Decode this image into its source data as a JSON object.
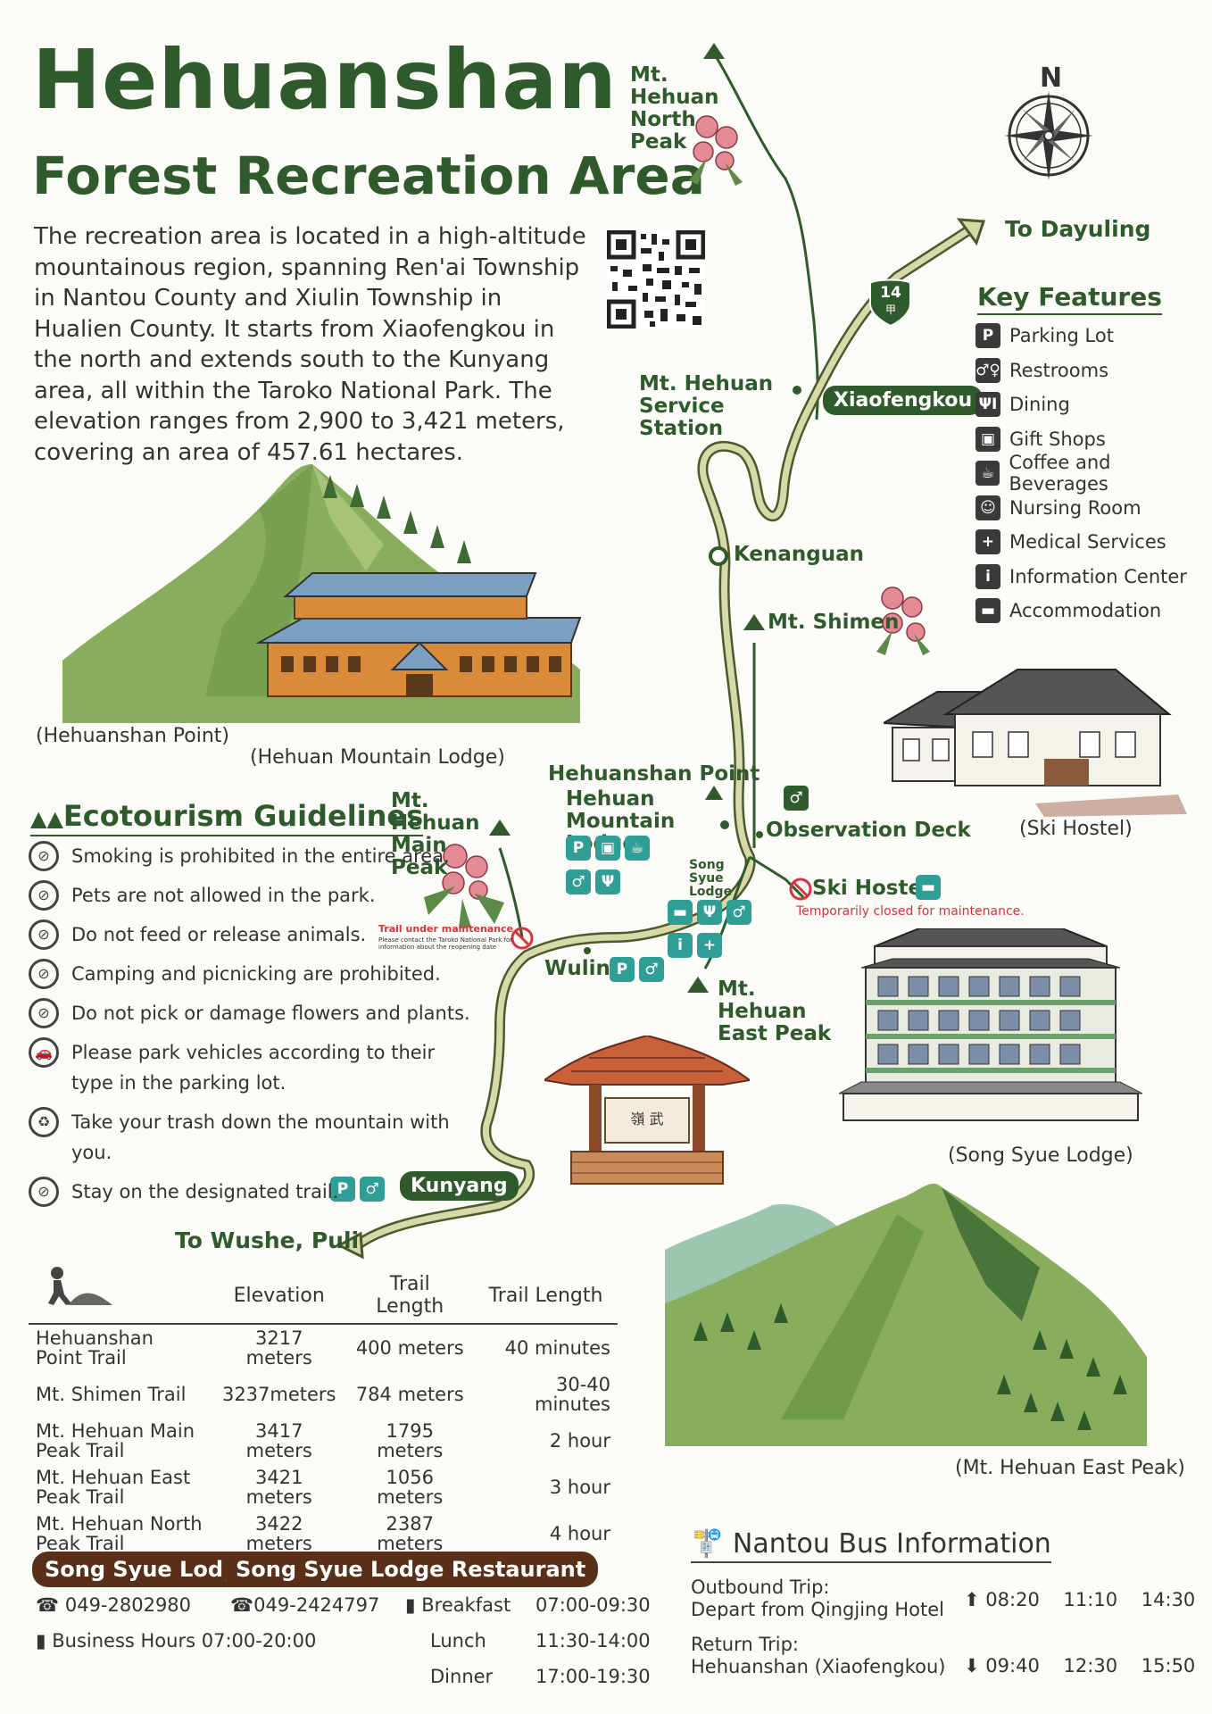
{
  "title": {
    "line1": "Hehuanshan",
    "line2": "Forest Recreation Area"
  },
  "intro": "The recreation area is located in a high-altitude mountainous region, spanning Ren'ai Township in Nantou County and Xiulin Township in Hualien County. It starts from Xiaofengkou in the north and extends south to the Kunyang area, all within the Taroko National Park. The elevation ranges from 2,900 to 3,421 meters, covering an area of 457.61 hectares.",
  "compass": {
    "label": "N"
  },
  "map_labels": {
    "north_peak": "Mt. Hehuan North Peak",
    "to_dayuling": "To Dayuling",
    "route_number": "14",
    "route_sub": "甲",
    "service_station": "Mt. Hehuan Service Station",
    "xiaofengkou": "Xiaofengkou",
    "kenanguan": "Kenanguan",
    "mt_shimen": "Mt. Shimen",
    "hehuanshan_point": "Hehuanshan Point",
    "mountain_lodge": "Hehuan Mountain Lodge",
    "observation_deck": "Observation Deck",
    "main_peak": "Mt. Hehuan Main Peak",
    "song_syue_lodge": "Song Syue Lodge",
    "ski_hostel": "Ski Hostel",
    "ski_closed": "Temporarily closed for maintenance.",
    "trail_maintenance": "Trail under maintenance",
    "trail_maintenance_note": "Please contact the Taroko National Park for information about the reopening date",
    "wuling": "Wuling",
    "east_peak": "Mt. Hehuan East Peak",
    "kunyang": "Kunyang",
    "to_wushe": "To Wushe, Puli",
    "sign_text": "嶺 武"
  },
  "captions": {
    "hehuanshan_point": "(Hehuanshan Point)",
    "mountain_lodge": "(Hehuan Mountain Lodge)",
    "ski_hostel": "(Ski Hostel)",
    "song_syue_lodge": "(Song Syue Lodge)",
    "east_peak": "(Mt. Hehuan East Peak)"
  },
  "key_features": {
    "title": "Key Features",
    "items": [
      {
        "icon": "parking-icon",
        "glyph": "P",
        "label": "Parking Lot"
      },
      {
        "icon": "restroom-icon",
        "glyph": "♂♀",
        "label": "Restrooms"
      },
      {
        "icon": "dining-icon",
        "glyph": "ΨΙ",
        "label": "Dining"
      },
      {
        "icon": "gift-icon",
        "glyph": "▣",
        "label": "Gift Shops"
      },
      {
        "icon": "coffee-icon",
        "glyph": "☕",
        "label": "Coffee and Beverages"
      },
      {
        "icon": "nursing-icon",
        "glyph": "☺",
        "label": "Nursing Room"
      },
      {
        "icon": "medical-icon",
        "glyph": "+",
        "label": "Medical Services"
      },
      {
        "icon": "info-icon",
        "glyph": "i",
        "label": "Information Center"
      },
      {
        "icon": "bed-icon",
        "glyph": "▬",
        "label": "Accommodation"
      }
    ]
  },
  "ecotourism": {
    "title": "Ecotourism Guidelines",
    "items": [
      {
        "icon": "no-smoking-icon",
        "glyph": "⊘",
        "text": "Smoking is prohibited in the entire area."
      },
      {
        "icon": "no-pets-icon",
        "glyph": "⊘",
        "text": "Pets are not allowed in the park."
      },
      {
        "icon": "no-feeding-icon",
        "glyph": "⊘",
        "text": "Do not feed or release animals."
      },
      {
        "icon": "no-camping-icon",
        "glyph": "⊘",
        "text": "Camping and picnicking are prohibited."
      },
      {
        "icon": "no-picking-icon",
        "glyph": "⊘",
        "text": "Do not pick or damage flowers and plants."
      },
      {
        "icon": "parking-rule-icon",
        "glyph": "🚗",
        "text": "Please park vehicles according to their type in the parking lot."
      },
      {
        "icon": "trash-icon",
        "glyph": "♻",
        "text": "Take your trash down the mountain with you."
      },
      {
        "icon": "stay-on-trail-icon",
        "glyph": "⊘",
        "text": "Stay on the designated trail."
      }
    ]
  },
  "trail_table": {
    "headers": [
      "",
      "Elevation",
      "Trail Length",
      "Trail Length"
    ],
    "rows": [
      [
        "Hehuanshan Point Trail",
        "3217 meters",
        "400 meters",
        "40 minutes"
      ],
      [
        "Mt. Shimen Trail",
        "3237meters",
        "784 meters",
        "30-40 minutes"
      ],
      [
        "Mt. Hehuan Main Peak Trail",
        "3417 meters",
        "1795 meters",
        "2 hour"
      ],
      [
        "Mt. Hehuan East Peak Trail",
        "3421 meters",
        "1056 meters",
        "3 hour"
      ],
      [
        "Mt. Hehuan North Peak Trail",
        "3422 meters",
        "2387 meters",
        "4 hour"
      ]
    ]
  },
  "contact": {
    "lodge_name": "Song Syue Lodge",
    "lodge_phone": "049-2802980",
    "lodge_hours_label": "Business Hours",
    "lodge_hours": "07:00-20:00",
    "restaurant_name": "Song Syue Lodge Restaurant",
    "restaurant_phone": "049-2424797",
    "breakfast_label": "Breakfast",
    "breakfast_time": "07:00-09:30",
    "lunch_label": "Lunch",
    "lunch_time": "11:30-14:00",
    "dinner_label": "Dinner",
    "dinner_time": "17:00-19:30"
  },
  "bus": {
    "title": "Nantou Bus Information",
    "outbound_label": "Outbound Trip:",
    "outbound_from": "Depart from Qingjing Hotel",
    "outbound_times": [
      "08:20",
      "11:10",
      "14:30"
    ],
    "return_label": "Return Trip:",
    "return_from": "Hehuanshan (Xiaofengkou)",
    "return_times": [
      "09:40",
      "12:30",
      "15:50"
    ]
  },
  "colors": {
    "brand_green": "#2f5a2c",
    "teal": "#2f9e96",
    "brown": "#5a2f1a",
    "road": "#d8d9a8",
    "alert_red": "#d9333f"
  }
}
